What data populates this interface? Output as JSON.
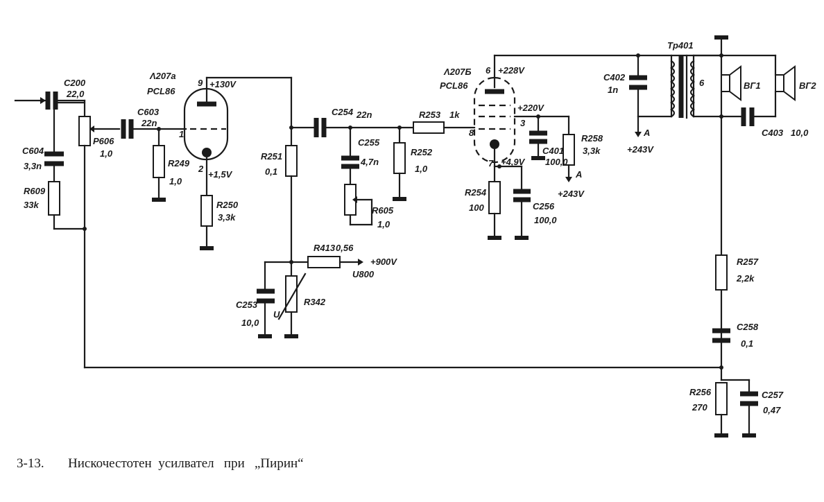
{
  "labels": {
    "c200": "C200",
    "c200_val": "22,0",
    "c604": "C604",
    "c604_val": "3,3n",
    "r609": "R609",
    "r609_val": "33k",
    "p606": "P606",
    "p606_val": "1,0",
    "c603": "C603",
    "c603_val": "22n",
    "l207a": "Λ207a",
    "l207a_type": "PCL86",
    "pin9": "9",
    "v130": "+130V",
    "pin1": "1",
    "pin2": "2",
    "v15": "+1,5V",
    "r249": "R249",
    "r249_val": "1,0",
    "r250": "R250",
    "r250_val": "3,3k",
    "r251": "R251",
    "r251_val": "0,1",
    "c254": "C254",
    "c254_val": "22n",
    "c255": "C255",
    "c255_val": "4,7n",
    "r605": "R605",
    "r605_val": "1,0",
    "r252": "R252",
    "r252_val": "1,0",
    "r253": "R253",
    "r253_val": "1k",
    "r413": "R413",
    "r413_val": "0,56",
    "v900": "+900V",
    "u800": "U800",
    "c253": "C253",
    "c253_val": "10,0",
    "r342": "R342",
    "u": "U",
    "l207b": "Λ207Б",
    "l207b_type": "PCL86",
    "pin6": "6",
    "v228": "+228V",
    "pin8": "8",
    "pin3": "3",
    "v220": "+220V",
    "pin7": "7",
    "v49": "+4,9V",
    "c401": "C401",
    "c401_val": "100,0",
    "r258": "R258",
    "r258_val": "3,3k",
    "a1": "A",
    "v243a": "+243V",
    "r254": "R254",
    "r254_val": "100",
    "c256": "C256",
    "c256_val": "100,0",
    "c402": "C402",
    "c402_val": "1n",
    "a2": "A",
    "v243b": "+243V",
    "tr401": "Tp401",
    "tr_pin6": "6",
    "bg1": "BГ1",
    "bg2": "BГ2",
    "c403": "C403",
    "c403_val": "10,0",
    "r257": "R257",
    "r257_val": "2,2k",
    "c258": "C258",
    "c258_val": "0,1",
    "r256": "R256",
    "r256_val": "270",
    "c257": "C257",
    "c257_val": "0,47"
  },
  "caption": {
    "number": "3-13.",
    "text": "Нискочестотен  усилвател   при   „Пирин“"
  }
}
